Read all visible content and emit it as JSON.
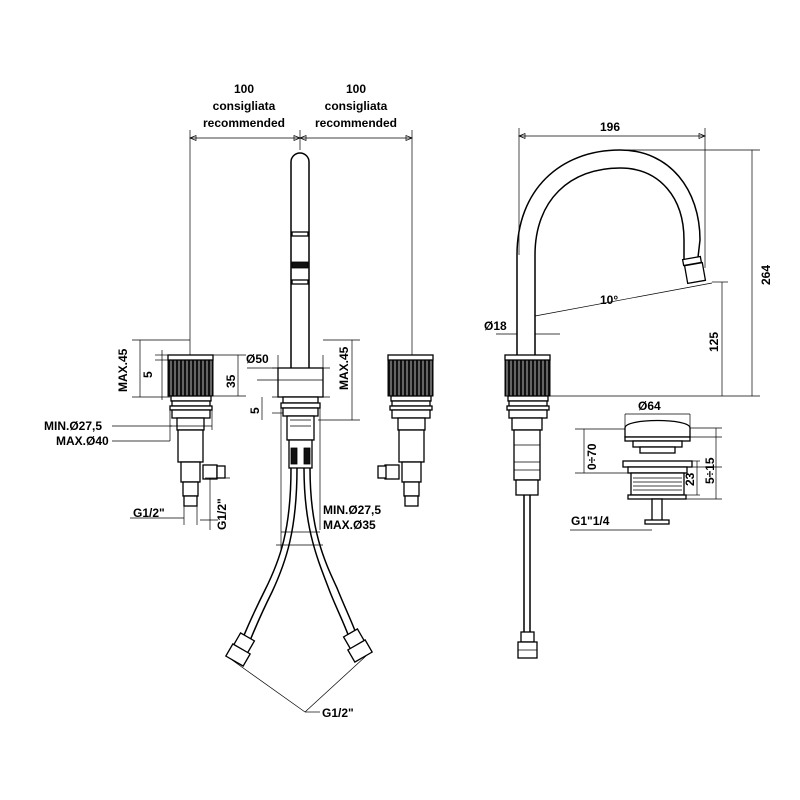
{
  "labels": {
    "spacing_left_value": "100",
    "spacing_left_it": "consigliata",
    "spacing_left_en": "recommended",
    "spacing_right_value": "100",
    "spacing_right_it": "consigliata",
    "spacing_right_en": "recommended",
    "handle_max_left": "MAX.45",
    "handle_5_left": "5",
    "handle_35": "35",
    "hole_min_left": "MIN.Ø27,5",
    "hole_max_left": "MAX.Ø40",
    "thread_left_h": "G1/2\"",
    "thread_left_v": "G1/2\"",
    "spout_diameter": "Ø50",
    "spout_max": "MAX.45",
    "spout_5": "5",
    "hole_min_spout": "MIN.Ø27,5",
    "hole_max_spout": "MAX.Ø35",
    "hoses_thread": "G1/2\"",
    "reach": "196",
    "height": "264",
    "spout_height": "125",
    "angle": "10°",
    "tube_diameter": "Ø18",
    "waste_diameter": "Ø64",
    "waste_range": "0÷70",
    "waste_23": "23",
    "waste_adjust": "5÷15",
    "waste_thread": "G1\"1/4"
  }
}
